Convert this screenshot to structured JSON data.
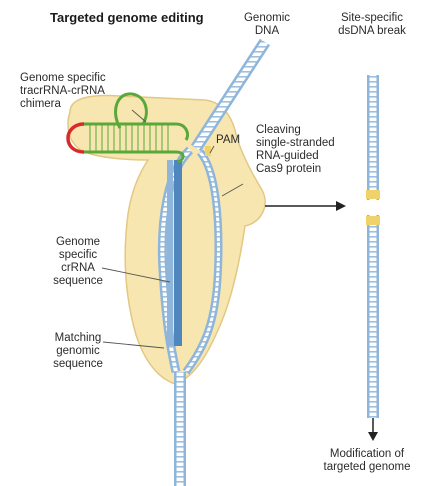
{
  "title": "Targeted genome editing",
  "labels": {
    "genomic_dna": "Genomic\nDNA",
    "site_specific_break": "Site-specific\ndsDNA break",
    "chimera": "Genome specific\ntracrRNA-crRNA\nchimera",
    "pam": "PAM",
    "cas9": "Cleaving\nsingle-stranded\nRNA-guided\nCas9 protein",
    "crrna": "Genome\nspecific\ncrRNA\nsequence",
    "matching": "Matching\ngenomic\nsequence",
    "modification": "Modification of\ntargeted genome"
  },
  "colors": {
    "protein_fill": "#f7e6b0",
    "protein_stroke": "#e2c884",
    "dna_strand": "#8fb6da",
    "dna_dark": "#4f86bd",
    "rna_green": "#5aa83a",
    "rna_red": "#d92a2a",
    "pam_yellow": "#efd36a"
  }
}
